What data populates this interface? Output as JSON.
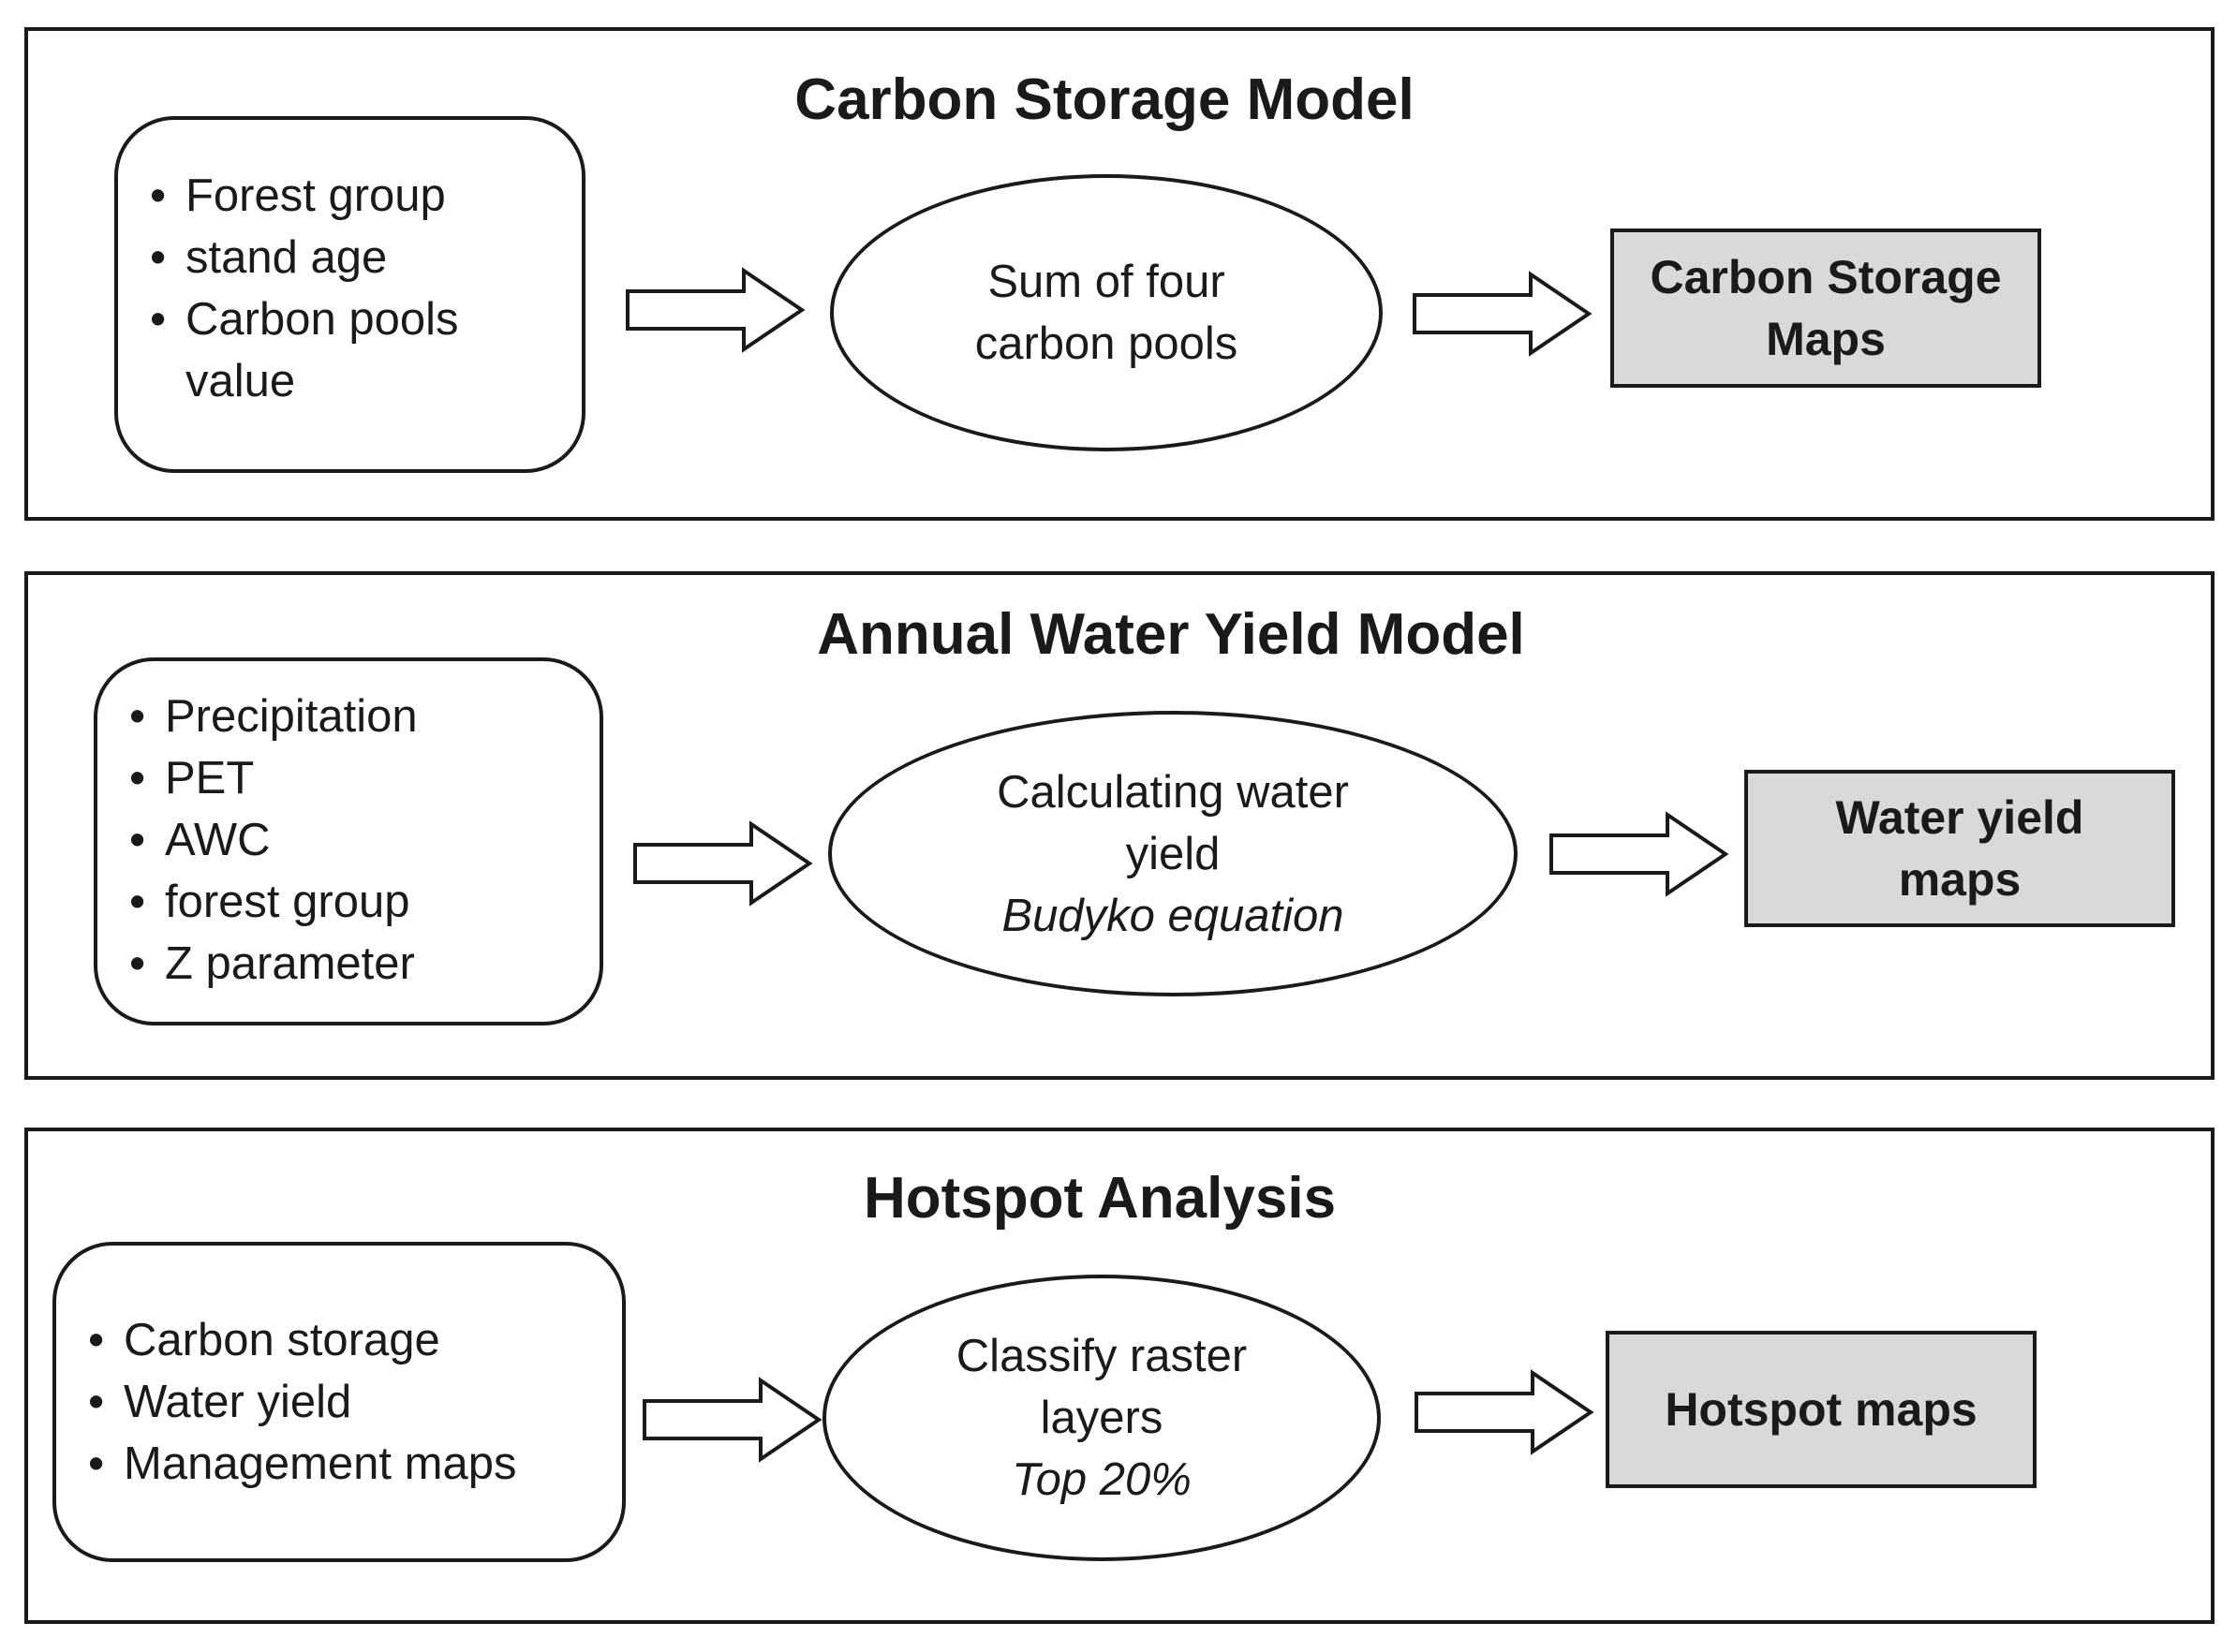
{
  "panels": [
    {
      "title": "Carbon  Storage Model",
      "inputs": [
        "Forest group",
        "stand age",
        "Carbon pools",
        "value"
      ],
      "process": {
        "line1": "Sum of four",
        "line2": "carbon pools"
      },
      "output": {
        "line1": "Carbon  Storage",
        "line2": "Maps"
      }
    },
    {
      "title": "Annual Water Yield Model",
      "inputs": [
        "Precipitation",
        "PET",
        "AWC",
        "forest group",
        "Z parameter"
      ],
      "process": {
        "line1": "Calculating water",
        "line2": "yield",
        "method": "Budyko equation"
      },
      "output": {
        "line1": "Water yield",
        "line2": "maps"
      }
    },
    {
      "title": "Hotspot Analysis",
      "inputs": [
        "Carbon storage",
        "Water yield",
        "Management maps"
      ],
      "process": {
        "line1": "Classify raster",
        "line2": "layers",
        "method": "Top 20%"
      },
      "output": {
        "line1": "Hotspot maps"
      }
    }
  ]
}
